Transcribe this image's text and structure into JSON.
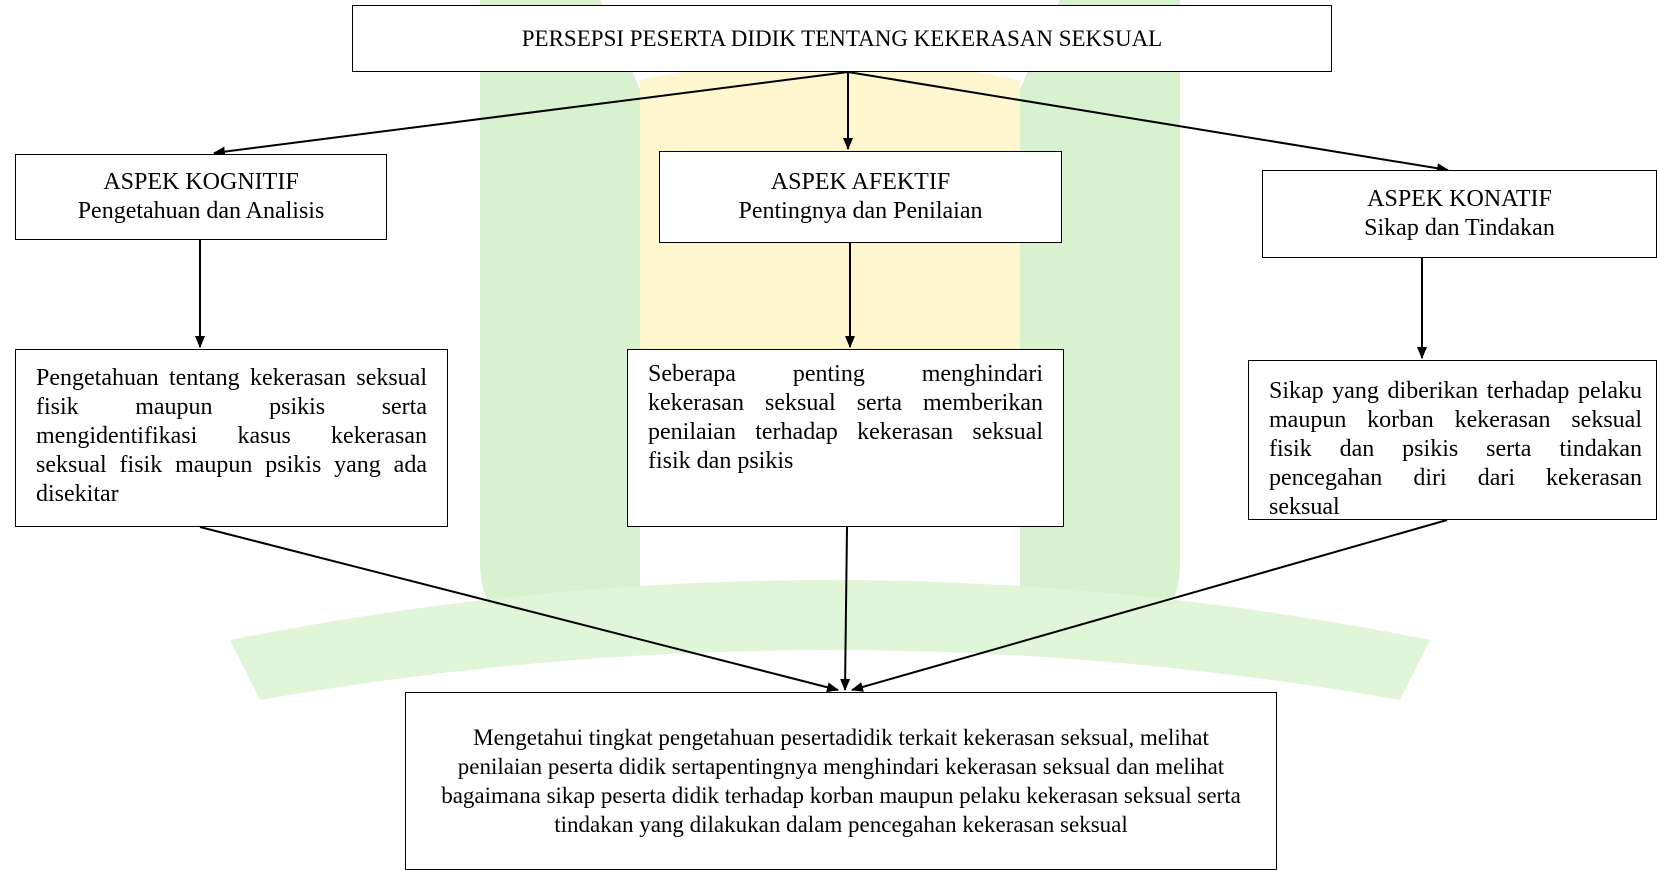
{
  "diagram": {
    "top": {
      "label": "PERSEPSI PESERTA DIDIK TENTANG KEKERASAN SEKSUAL"
    },
    "aspects": [
      {
        "title": "ASPEK KOGNITIF",
        "subtitle": "Pengetahuan dan Analisis",
        "description": "Pengetahuan tentang kekerasan seksual fisik maupun psikis serta mengidentifikasi kasus kekerasan seksual fisik maupun psikis yang ada disekitar"
      },
      {
        "title": "ASPEK AFEKTIF",
        "subtitle": "Pentingnya dan Penilaian",
        "description": "Seberapa penting menghindari kekerasan seksual serta memberikan penilaian terhadap kekerasan seksual fisik dan psikis"
      },
      {
        "title": "ASPEK KONATIF",
        "subtitle": "Sikap dan Tindakan",
        "description": "Sikap yang diberikan terhadap pelaku maupun korban kekerasan seksual fisik dan psikis serta tindakan pencegahan diri dari kekerasan seksual"
      }
    ],
    "bottom": {
      "label": "Mengetahui tingkat pengetahuan pesertadidik terkait kekerasan seksual, melihat penilaian peserta didik sertapentingnya menghindari kekerasan seksual dan melihat bagaimana sikap peserta didik terhadap korban maupun pelaku kekerasan seksual serta tindakan yang dilakukan dalam pencegahan kekerasan seksual"
    }
  },
  "colors": {
    "watermark_green": "#d8f2cf",
    "watermark_yellow": "#fdf6cf",
    "line": "#000000"
  }
}
